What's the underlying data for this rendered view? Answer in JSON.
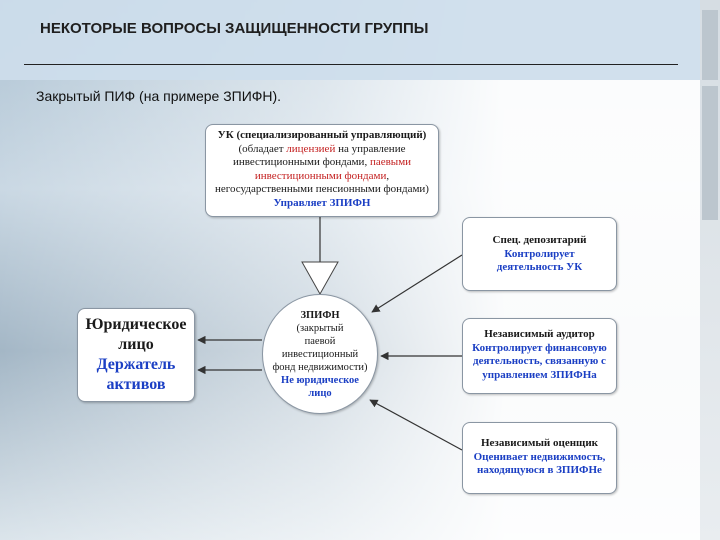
{
  "page": {
    "title": "НЕКОТОРЫЕ ВОПРОСЫ ЗАЩИЩЕННОСТИ ГРУППЫ",
    "subtitle": "Закрытый ПИФ (на примере ЗПИФН)."
  },
  "diagram": {
    "uk_box": {
      "line1": "УК (специализированный управляющий)",
      "line2a": "(обладает ",
      "line2b": "лицензией",
      "line2c": " на управление",
      "line3": "инвестиционными фондами, ",
      "line3b": "паевыми",
      "line4": "инвестиционными фондами",
      "line4b": ",",
      "line5": "негосударственными пенсионными фондами)",
      "line6": "Управляет ЗПИФН"
    },
    "depositary_box": {
      "title": "Спец. депозитарий",
      "line1": "Контролирует",
      "line2": "деятельность УК"
    },
    "auditor_box": {
      "title": "Независимый аудитор",
      "line1": "Контролирует финансовую",
      "line2": "деятельность, связанную с",
      "line3": "управлением ЗПИФНа"
    },
    "appraiser_box": {
      "title": "Независимый оценщик",
      "line1": "Оценивает недвижимость,",
      "line2": "находящуюся в ЗПИФНе"
    },
    "legal_box": {
      "line1": "Юридическое",
      "line2": "лицо",
      "line3": "Держатель",
      "line4": "активов"
    },
    "center_node": {
      "title": "ЗПИФН",
      "line1": "(закрытый",
      "line2": "паевой",
      "line3": "инвестиционный",
      "line4": "фонд недвижимости)",
      "line5": "Не юридическое",
      "line6": "лицо"
    }
  },
  "colors": {
    "highlight_blue": "#1b3fc4",
    "highlight_red": "#c42222",
    "header_band": "#cdddec"
  }
}
